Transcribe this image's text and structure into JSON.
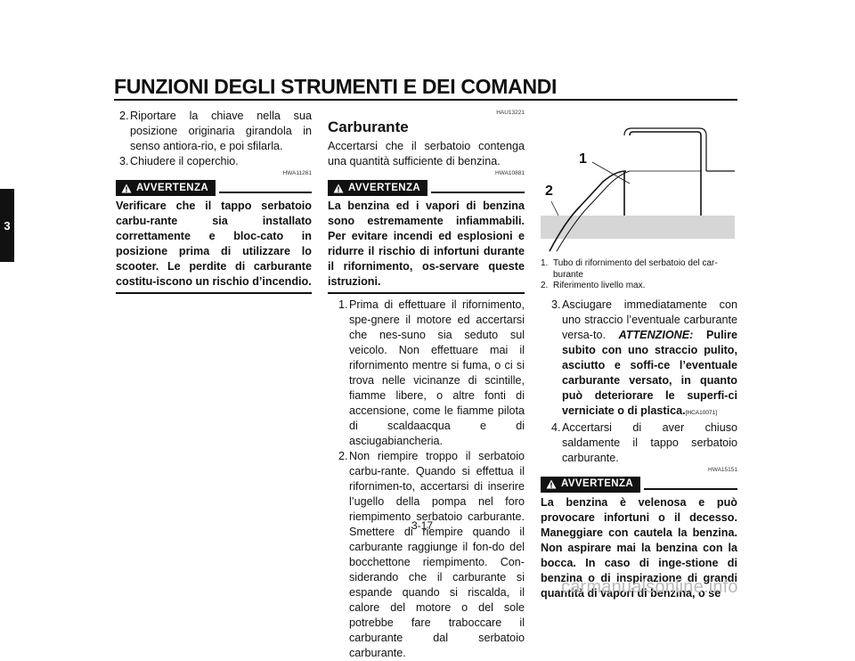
{
  "header": {
    "title": "FUNZIONI DEGLI STRUMENTI E DEI COMANDI"
  },
  "sidetab": {
    "label": "3"
  },
  "page_number": "3-17",
  "watermark": "carmanualsonline.info",
  "col1": {
    "items": [
      {
        "num": "2.",
        "text": "Riportare la chiave nella sua posizione originaria girandola in senso antiora-rio, e poi sfilarla."
      },
      {
        "num": "3.",
        "text": "Chiudere il coperchio."
      }
    ],
    "warning_code": "HWA11261",
    "warning_label": "AVVERTENZA",
    "warning_text": "Verificare che il tappo serbatoio carbu-rante sia installato correttamente e bloc-cato in posizione prima di utilizzare lo scooter. Le perdite di carburante costitu-iscono un rischio d’incendio."
  },
  "col2": {
    "section_code": "HAU13221",
    "section_title": "Carburante",
    "intro": "Accertarsi che il serbatoio contenga una quantità sufficiente di benzina.",
    "warning_code": "HWA10881",
    "warning_label": "AVVERTENZA",
    "warning_text": "La benzina ed i vapori di benzina sono estremamente infiammabili. Per evitare incendi ed esplosioni e ridurre il rischio di infortuni durante il rifornimento, os-servare queste istruzioni.",
    "items": [
      {
        "num": "1.",
        "text": "Prima di effettuare il rifornimento, spe-gnere il motore ed accertarsi che nes-suno sia seduto sul veicolo. Non effettuare mai il rifornimento mentre si fuma, o ci si trova nelle vicinanze di scintille, fiamme libere, o altre fonti di accensione, come le fiamme pilota di scaldaacqua e di asciugabiancheria."
      },
      {
        "num": "2.",
        "text": "Non riempire troppo il serbatoio carbu-rante. Quando si effettua il rifornimen-to, accertarsi di inserire l’ugello della pompa nel foro riempimento serbatoio carburante. Smettere di riempire quando il carburante raggiunge il fon-do del bocchettone riempimento. Con-siderando che il carburante si espande quando si riscalda, il calore del motore o del sole potrebbe fare traboccare il carburante dal serbatoio carburante."
      }
    ]
  },
  "col3": {
    "figure_labels": [
      "1",
      "2"
    ],
    "captions": [
      {
        "num": "1.",
        "text": "Tubo di rifornimento del serbatoio del car-burante"
      },
      {
        "num": "2.",
        "text": "Riferimento livello max."
      }
    ],
    "item3": {
      "num": "3.",
      "text": "Asciugare immediatamente con uno straccio l’eventuale carburante versa-to.",
      "attention_label": "ATTENZIONE:",
      "attention_text": "Pulire subito con uno straccio pulito, asciutto e soffi-ce l’eventuale carburante versato, in quanto può deteriorare le superfi-ci verniciate o di plastica.",
      "attention_code": "[HCA10071]"
    },
    "item4": {
      "num": "4.",
      "text": "Accertarsi di aver chiuso saldamente il tappo serbatoio carburante."
    },
    "warning_code": "HWA15151",
    "warning_label": "AVVERTENZA",
    "warning_text": "La benzina è velenosa e può provocare infortuni o il decesso. Maneggiare con cautela la benzina. Non aspirare mai la benzina con la bocca. In caso di inge-stione di benzina o di inspirazione di grandi quantità di vapori di benzina, o se"
  }
}
